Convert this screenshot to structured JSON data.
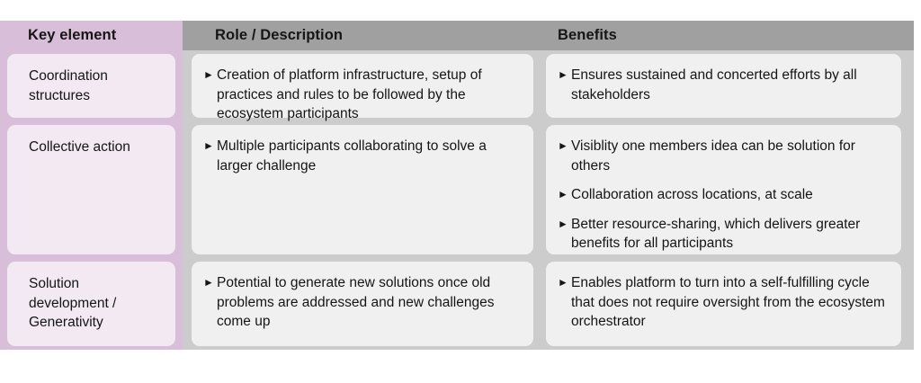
{
  "table": {
    "columns": [
      {
        "key": "key_element",
        "label": "Key element"
      },
      {
        "key": "role",
        "label": "Role / Description"
      },
      {
        "key": "benefits",
        "label": "Benefits"
      }
    ],
    "colors": {
      "header_key_bg": "#d8bed8",
      "header_other_bg": "#a0a0a0",
      "key_column_bg": "#d8bed8",
      "other_column_bg": "#cccccc",
      "key_card_bg": "#f2e9f2",
      "card_bg": "#f0f0f0",
      "text": "#151515"
    },
    "bullet_glyph": "►",
    "rows": [
      {
        "key_element": "Coordination\nstructures",
        "role": [
          "Creation of platform infrastructure, setup of practices and rules to be followed by the ecosystem participants"
        ],
        "benefits": [
          "Ensures sustained and concerted efforts by all stakeholders"
        ]
      },
      {
        "key_element": "Collective action",
        "role": [
          "Multiple participants collaborating to solve a larger challenge"
        ],
        "benefits": [
          "Visiblity one members idea can be solution for others",
          "Collaboration across locations, at scale",
          "Better resource-sharing, which delivers greater benefits for all participants"
        ]
      },
      {
        "key_element": "Solution\ndevelopment /\nGenerativity",
        "role": [
          "Potential to generate new solutions once old problems are addressed and new challenges come up"
        ],
        "benefits": [
          "Enables platform to turn into a self-fulfilling cycle that does not require  oversight from the ecosystem orchestrator"
        ]
      }
    ]
  }
}
